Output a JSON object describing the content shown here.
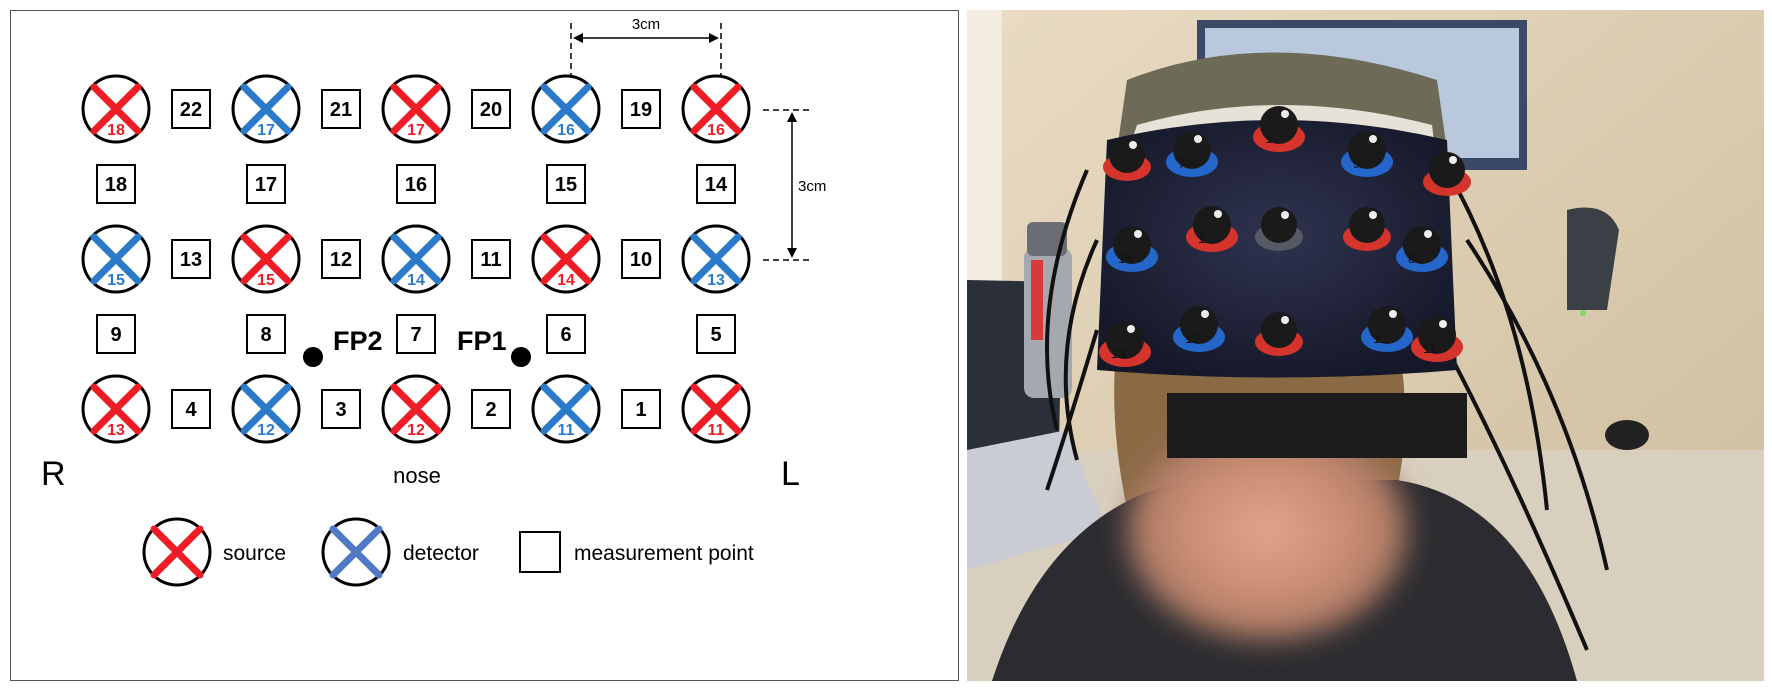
{
  "diagram": {
    "colors": {
      "source": "#ee1c24",
      "detector": "#2a7ac9",
      "legend_detector": "#4f78c7"
    },
    "dimensions": {
      "horizontal": "3cm",
      "vertical": "3cm"
    },
    "labels": {
      "right": "R",
      "left": "L",
      "nose": "nose",
      "fp2": "FP2",
      "fp1": "FP1"
    },
    "probes": [
      {
        "type": "source",
        "num": "18"
      },
      {
        "type": "detector",
        "num": "17"
      },
      {
        "type": "source",
        "num": "17"
      },
      {
        "type": "detector",
        "num": "16"
      },
      {
        "type": "source",
        "num": "16"
      },
      {
        "type": "detector",
        "num": "15"
      },
      {
        "type": "source",
        "num": "15"
      },
      {
        "type": "detector",
        "num": "14"
      },
      {
        "type": "source",
        "num": "14"
      },
      {
        "type": "detector",
        "num": "13"
      },
      {
        "type": "source",
        "num": "13"
      },
      {
        "type": "detector",
        "num": "12"
      },
      {
        "type": "source",
        "num": "12"
      },
      {
        "type": "detector",
        "num": "11"
      },
      {
        "type": "source",
        "num": "11"
      }
    ],
    "measurement_points": [
      "22",
      "21",
      "20",
      "19",
      "18",
      "17",
      "16",
      "15",
      "14",
      "13",
      "12",
      "11",
      "10",
      "9",
      "8",
      "7",
      "6",
      "5",
      "4",
      "3",
      "2",
      "1"
    ],
    "legend": {
      "source": "source",
      "detector": "detector",
      "measurement": "measurement point"
    }
  },
  "photo": {
    "optode_labels": [
      "7",
      "1",
      "9",
      "15",
      "1",
      "8",
      "13",
      "12",
      "1",
      "11"
    ]
  }
}
